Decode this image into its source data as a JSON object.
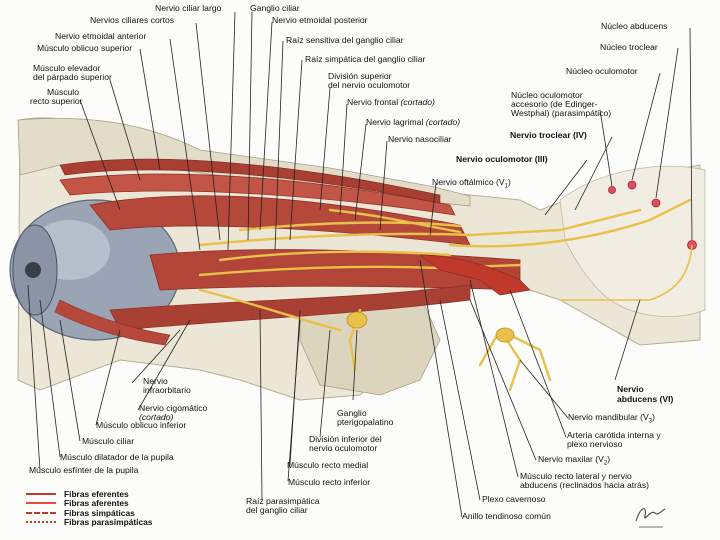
{
  "labels": {
    "nervio_ciliar_largo": "Nervio ciliar largo",
    "ganglio_ciliar": "Ganglio ciliar",
    "nervios_ciliares_cortos": "Nervios ciliares cortos",
    "nervio_etmoidal_posterior": "Nervio etmoidal posterior",
    "nervio_etmoidal_anterior": "Nervio etmoidal anterior",
    "raiz_sensitiva": "Raíz sensitiva del ganglio ciliar",
    "musculo_oblicuo_superior": "Músculo oblicuo superior",
    "raiz_simpatica": "Raíz simpática del ganglio ciliar",
    "musculo_elevador": [
      "Músculo elevador",
      "del párpado superior"
    ],
    "division_superior": [
      "División superior",
      "del nervio oculomotor"
    ],
    "musculo_recto_superior": [
      "Músculo",
      "recto superior"
    ],
    "nervio_frontal": "Nervio frontal",
    "nervio_lagrimal": "Nervio lagrimal",
    "nervio_nasociliar": "Nervio nasociliar",
    "nucleo_abducens": "Núcleo abducens",
    "nucleo_troclear": "Núcleo troclear",
    "nucleo_oculomotor": "Núcleo oculomotor",
    "nucleo_accesorio": [
      "Núcleo oculomotor",
      "accesorio (de Edinger-",
      "Westphal) (parasimpático)"
    ],
    "nervio_troclear": "Nervio troclear (IV)",
    "nervio_oculomotor": "Nervio oculomotor (III)",
    "nervio_oftalmico": "Nervio oftálmico (V",
    "nervio_oftalmico_sub": "1",
    "cortado": "(cortado)",
    "nervio_infraorbitario": [
      "Nervio",
      "infraorbitario"
    ],
    "nervio_cigomatico": "Nervio cigomático",
    "musculo_oblicuo_inferior": "Músculo oblicuo inferior",
    "musculo_ciliar": "Músculo ciliar",
    "musculo_dilatador": "Músculo dilatador de la pupila",
    "musculo_esfinter": "Músculo esfínter de la pupila",
    "ganglio_pterigopalatino": [
      "Ganglio",
      "pterigopalatino"
    ],
    "division_inferior": [
      "División inferior del",
      "nervio oculomotor"
    ],
    "musculo_recto_medial": "Músculo recto medial",
    "musculo_recto_inferior": "Músculo recto inferior",
    "raiz_parasimpatica": [
      "Raíz parasimpática",
      "del ganglio ciliar"
    ],
    "nervio_abducens": [
      "Nervio",
      "abducens (VI)"
    ],
    "nervio_mandibular": "Nervio mandibular (V",
    "nervio_mandibular_sub": "3",
    "arteria_carotida": [
      "Arteria carótida interna y",
      "plexo nervioso"
    ],
    "nervio_maxilar": "Nervio maxilar (V",
    "nervio_maxilar_sub": "2",
    "musculo_recto_lateral": [
      "Músculo recto lateral y nervio",
      "abducens (reclinados hacia atrás)"
    ],
    "plexo_cavernoso": "Plexo cavernoso",
    "anillo_tendinoso": "Anillo tendinoso común",
    "close_paren": ")"
  },
  "legend": [
    {
      "label": "Fibras eferentes",
      "color": "#c0392b",
      "style": "solid"
    },
    {
      "label": "Fibras aferentes",
      "color": "#e74c3c",
      "style": "solid"
    },
    {
      "label": "Fibras simpáticas",
      "color": "#c0392b",
      "style": "dashed"
    },
    {
      "label": "Fibras parasimpáticas",
      "color": "#c0392b",
      "style": "dotted"
    }
  ],
  "colors": {
    "muscle": "#b5483a",
    "muscle_dark": "#8e2f25",
    "nerve": "#e8c04a",
    "bone": "#ece6d6",
    "eye": "#9aa4b4",
    "leader": "#222222"
  }
}
